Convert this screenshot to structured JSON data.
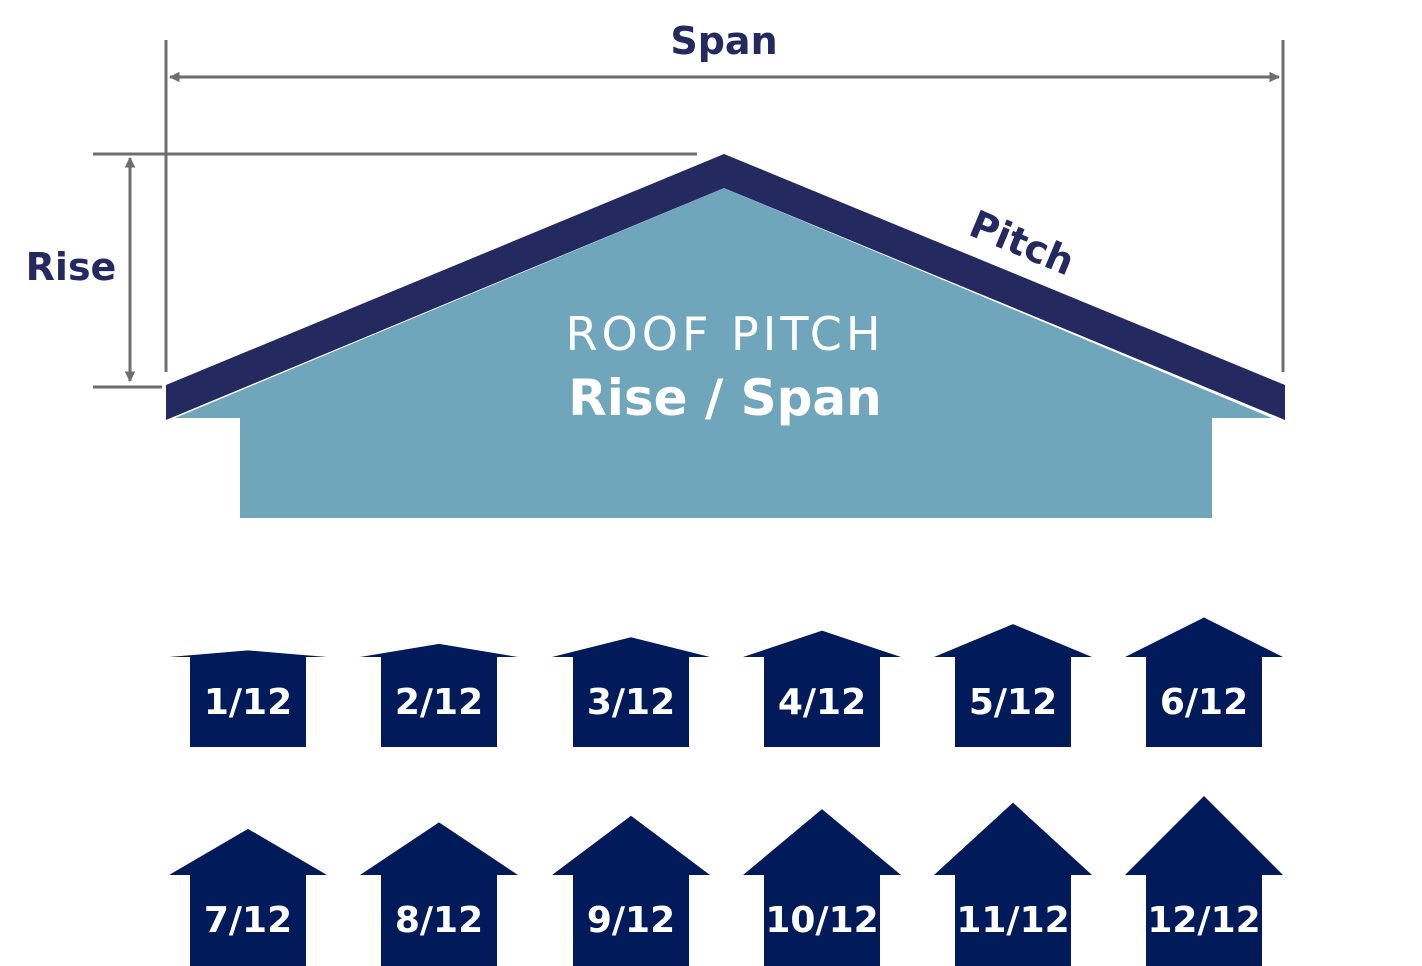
{
  "labels": {
    "span": "Span",
    "rise": "Rise",
    "pitch": "Pitch",
    "title": "ROOF PITCH",
    "formula": "Rise / Span"
  },
  "pitch_examples": [
    {
      "label": "1/12",
      "rise": 1,
      "run": 12
    },
    {
      "label": "2/12",
      "rise": 2,
      "run": 12
    },
    {
      "label": "3/12",
      "rise": 3,
      "run": 12
    },
    {
      "label": "4/12",
      "rise": 4,
      "run": 12
    },
    {
      "label": "5/12",
      "rise": 5,
      "run": 12
    },
    {
      "label": "6/12",
      "rise": 6,
      "run": 12
    },
    {
      "label": "7/12",
      "rise": 7,
      "run": 12
    },
    {
      "label": "8/12",
      "rise": 8,
      "run": 12
    },
    {
      "label": "9/12",
      "rise": 9,
      "run": 12
    },
    {
      "label": "10/12",
      "rise": 10,
      "run": 12
    },
    {
      "label": "11/12",
      "rise": 11,
      "run": 12
    },
    {
      "label": "12/12",
      "rise": 12,
      "run": 12
    }
  ],
  "colors": {
    "navy": "#242a5f",
    "house_fill": "#6fa6bb",
    "dimension_gray": "#6e6e6e",
    "example_navy": "#001a5a",
    "white": "#ffffff"
  }
}
